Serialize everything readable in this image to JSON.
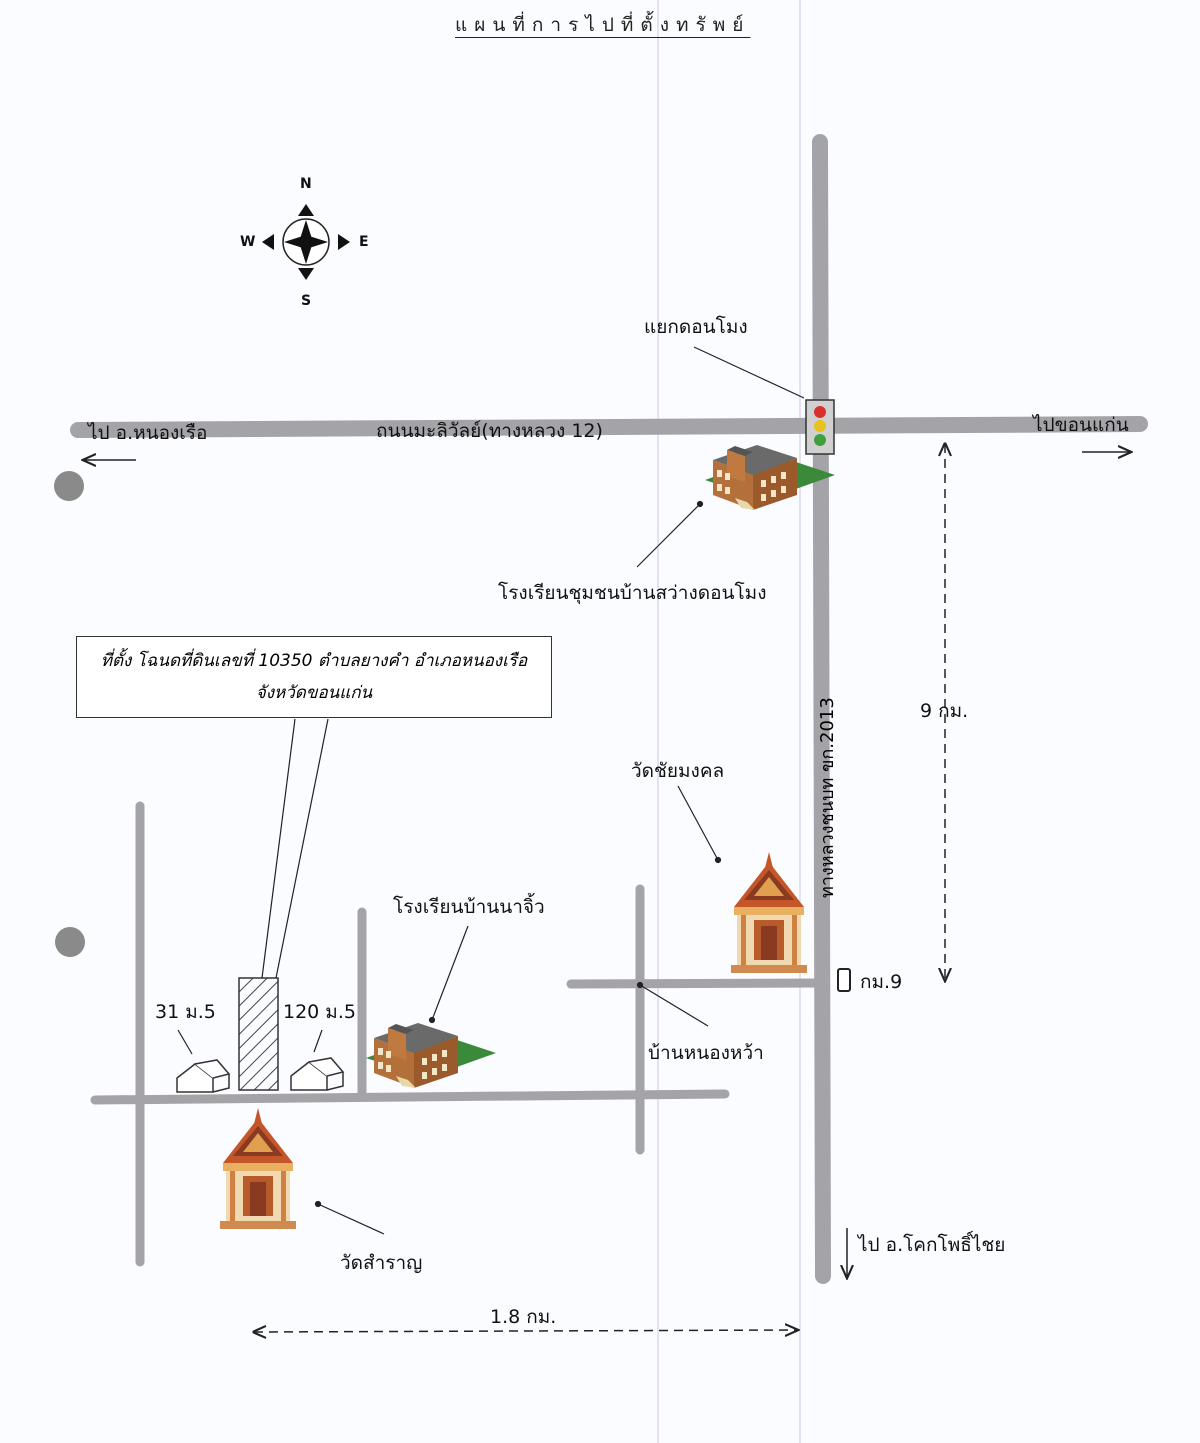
{
  "title": "แผนที่การไปที่ตั้งทรัพย์",
  "compass": {
    "n": "N",
    "s": "S",
    "e": "E",
    "w": "W"
  },
  "roads": {
    "main_road": "ถนนมะลิวัลย์(ทางหลวง 12)",
    "vertical_road": "ทางหลวงชนบท ขก.2013"
  },
  "directions": {
    "west": "ไป อ.หนองเรือ",
    "east": "ไปขอนแก่น",
    "south": "ไป อ.โคกโพธิ์ไชย"
  },
  "places": {
    "junction": "แยกดอนโมง",
    "school_1": "โรงเรียนชุมชนบ้านสว่างดอนโมง",
    "school_2": "โรงเรียนบ้านนาจิ้ว",
    "temple_1": "วัดชัยมงคล",
    "temple_2": "วัดสำราญ",
    "village": "บ้านหนองหว้า",
    "km_marker": "กม.9",
    "house_left": "31 ม.5",
    "house_right": "120 ม.5"
  },
  "distances": {
    "vertical": "9 กม.",
    "horizontal": "1.8 กม."
  },
  "callout": {
    "line1": "ที่ตั้ง โฉนดที่ดินเลขที่ 10350  ตำบลยางคำ  อำเภอหนองเรือ",
    "line2": "จังหวัดขอนแก่น"
  },
  "colors": {
    "road": "#a3a3a8",
    "building": "#b4703a",
    "temple_roof": "#c4562a"
  }
}
